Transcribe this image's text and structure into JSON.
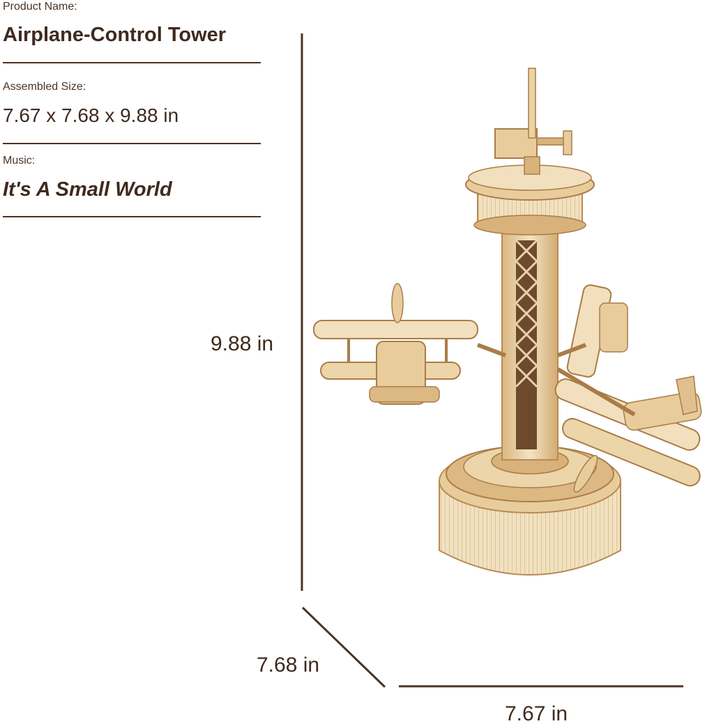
{
  "product": {
    "name_label": "Product Name:",
    "name_value": "Airplane-Control Tower",
    "size_label": "Assembled Size:",
    "size_value": "7.67 x 7.68 x 9.88 in",
    "music_label": "Music:",
    "music_value": "It's A Small World"
  },
  "dimensions": {
    "height": "9.88 in",
    "depth": "7.68 in",
    "width": "7.67 in"
  },
  "colors": {
    "text": "#3f2a1e",
    "lines": "#4a3324",
    "wood_light": "#f1dfbd",
    "wood_mid": "#e0c08e",
    "wood_dark": "#b98a54"
  },
  "image": {
    "subject": "wooden-music-box-airplane-control-tower"
  }
}
